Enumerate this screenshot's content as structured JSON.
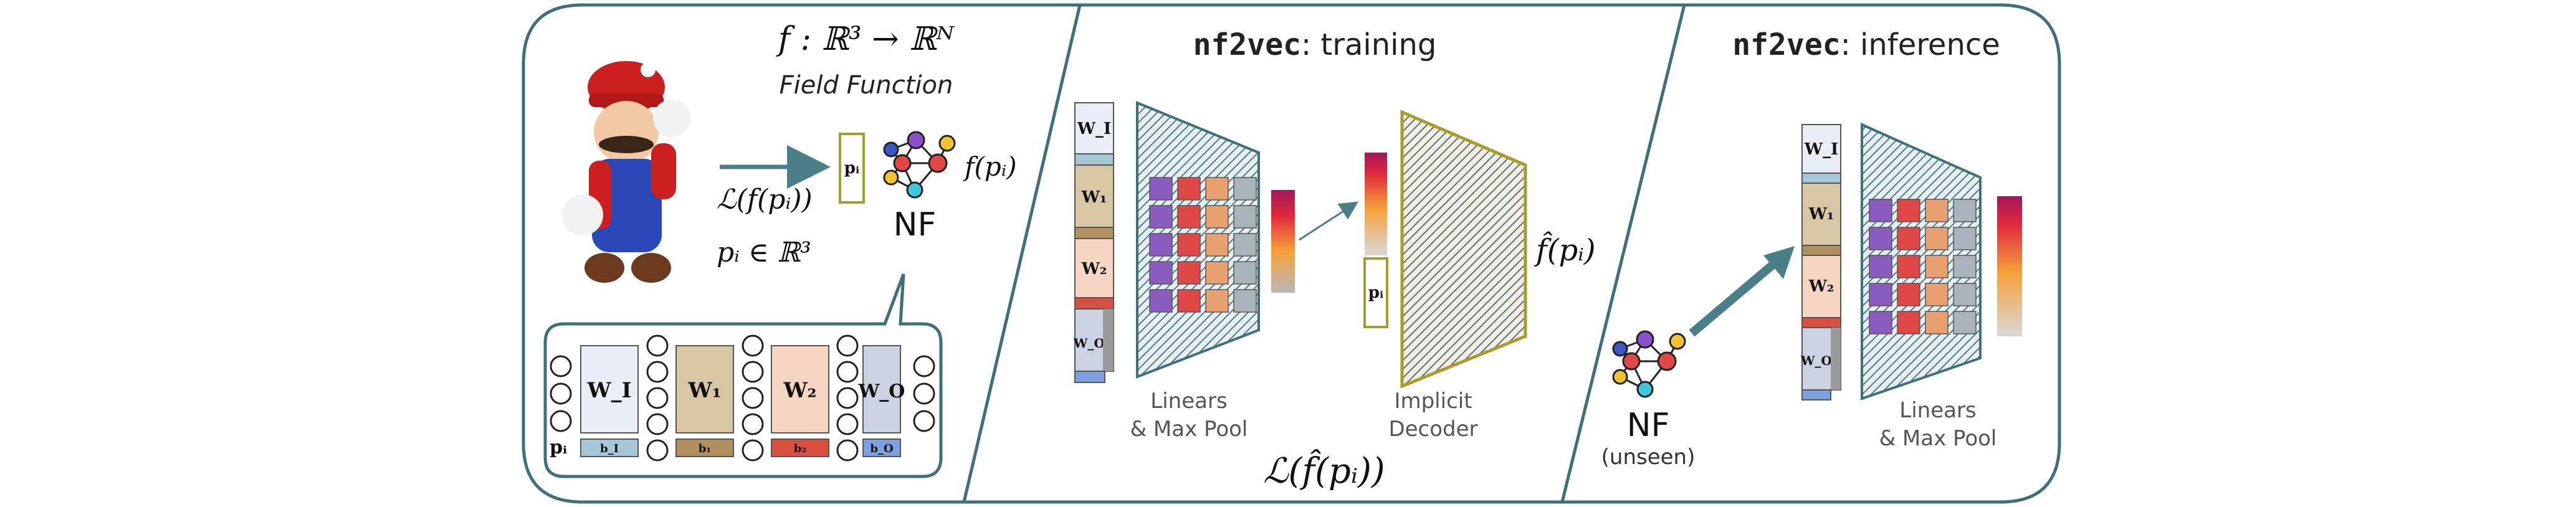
{
  "field_function": {
    "formula": "f : ℝ³ → ℝᴺ",
    "caption": "Field Function"
  },
  "nf_panel": {
    "point_label": "pᵢ",
    "nf_label": "NF",
    "output_label": "f(pᵢ)",
    "loss_label": "ℒ(f(pᵢ))",
    "domain_label": "pᵢ ∈ ℝ³"
  },
  "mlp_bubble": {
    "input_label": "pᵢ",
    "weights": [
      "W_I",
      "W₁",
      "W₂",
      "W_O"
    ],
    "biases": [
      "b_I",
      "b₁",
      "b₂",
      "b_O"
    ]
  },
  "training": {
    "title_mono": "nf2vec",
    "title_rest": ": training",
    "encoder_label_1": "Linears",
    "encoder_label_2": "& Max Pool",
    "decoder_label_1": "Implicit",
    "decoder_label_2": "Decoder",
    "decoder_input": "pᵢ",
    "weights": [
      "W_I",
      "W₁",
      "W₂",
      "W_O"
    ],
    "output_label": "f̂(pᵢ)",
    "loss_label": "ℒ(f̂(pᵢ))"
  },
  "inference": {
    "title_mono": "nf2vec",
    "title_rest": ": inference",
    "nf_label": "NF",
    "nf_sublabel": "(unseen)",
    "encoder_label_1": "Linears",
    "encoder_label_2": "& Max Pool",
    "weights": [
      "W_I",
      "W₁",
      "W₂",
      "W_O"
    ]
  },
  "colors": {
    "frame": "#3f6f78",
    "w_input": "#e9eef4",
    "w_hidden1": "#d9c6a4",
    "w_hidden2": "#f6d6c2",
    "w_output": "#cbd3e2",
    "b_input": "#a6c8d6",
    "b_hidden1": "#b09060",
    "b_hidden2": "#d95040",
    "b_output": "#7ca0e0",
    "decoder_border": "#a89c2c",
    "nf_red": "#e04848",
    "nf_yellow": "#f2c230",
    "nf_blue": "#3f56c8",
    "nf_cyan": "#3fc6dc",
    "nf_purple": "#8a52c8"
  }
}
